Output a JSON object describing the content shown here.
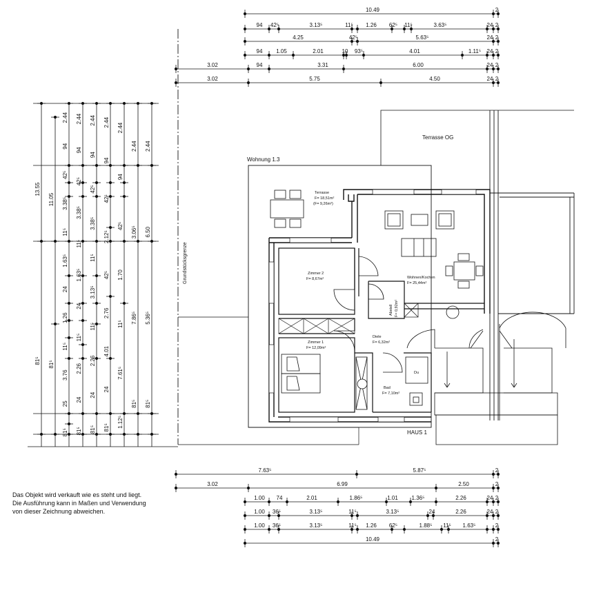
{
  "plan": {
    "building": "HAUS 1",
    "unit": "Wohnung 1.3",
    "boundary": "Grundstücksgrenze",
    "terrace_og": "Terrasse OG",
    "rooms": {
      "terrasse": {
        "name": "Terrasse",
        "area1": "F= 18,51m²",
        "area2": "(F= 9,26m²)"
      },
      "wohnen": {
        "name": "Wohnen/Kochen",
        "area": "F= 25,44m²"
      },
      "zimmer2": {
        "name": "Zimmer 2",
        "area": "F= 8,67m²"
      },
      "abstell": {
        "name": "Abstell",
        "area": "F= 0,92m²"
      },
      "diele": {
        "name": "Diele",
        "area": "F= 6,32m²"
      },
      "zimmer1": {
        "name": "Zimmer 1",
        "area": "F= 12,09m²"
      },
      "bad": {
        "name": "Bad",
        "area": "F= 7,10m²"
      },
      "du": "Du"
    }
  },
  "dims_top": [
    {
      "labels": [
        "10.49",
        "2"
      ]
    },
    {
      "labels": [
        "94",
        "42⁵",
        "3.13⁵",
        "11⁵",
        "1.26",
        "62⁵",
        "11⁵",
        "3.63⁵",
        "24",
        "2"
      ]
    },
    {
      "labels": [
        "4.25",
        "42⁵",
        "5.63⁵",
        "24",
        "2"
      ]
    },
    {
      "labels": [
        "94",
        "1.05",
        "2.01",
        "10",
        "93⁵",
        "4.01",
        "1.11⁵",
        "24",
        "2"
      ]
    },
    {
      "labels": [
        "3.02",
        "94",
        "3.31",
        "6.00",
        "24",
        "2"
      ]
    },
    {
      "labels": [
        "3.02",
        "5.75",
        "4.50",
        "24",
        "2"
      ]
    }
  ],
  "dims_bottom": [
    {
      "labels": [
        "7.63⁵",
        "5.87⁵",
        "2"
      ]
    },
    {
      "labels": [
        "3.02",
        "6.99",
        "2.50",
        "2"
      ]
    },
    {
      "labels": [
        "1.00",
        "74",
        "2.01",
        "1.86⁵",
        "1.01",
        "1.36⁵",
        "2.26",
        "24",
        "2"
      ]
    },
    {
      "labels": [
        "1.00",
        "36⁵",
        "3.13⁵",
        "11⁵",
        "3.13⁵",
        "24",
        "2.26",
        "24",
        "2"
      ]
    },
    {
      "labels": [
        "1.00",
        "36⁵",
        "3.13⁵",
        "11⁵",
        "1.26",
        "62⁵",
        "1.88⁵",
        "11⁵",
        "1.63⁵",
        "2"
      ]
    },
    {
      "labels": [
        "10.49",
        "2"
      ]
    }
  ],
  "dims_left": [
    {
      "labels": [
        "13.55",
        "81⁵"
      ]
    },
    {
      "labels": [
        "11.05",
        "81⁵"
      ]
    },
    {
      "labels": [
        "2.44",
        "94",
        "42⁵",
        "3.38⁵",
        "11⁵",
        "1.63⁵",
        "24",
        "1.26",
        "11⁵",
        "3.76",
        "25",
        "81⁵"
      ]
    },
    {
      "labels": [
        "2.44",
        "94",
        "42⁵",
        "3.38⁵",
        "11⁵",
        "1.63⁵",
        "24",
        "11⁵",
        "2.26",
        "24",
        "81⁵"
      ]
    },
    {
      "labels": [
        "2.44",
        "94",
        "42⁵",
        "3.38⁵",
        "11⁵",
        "3.13⁵",
        "11⁵",
        "2.26",
        "24",
        "81⁵"
      ]
    },
    {
      "labels": [
        "2.44",
        "94",
        "42⁵",
        "2.12⁵",
        "42⁵",
        "2.76",
        "4.01",
        "24",
        "81⁵"
      ]
    },
    {
      "labels": [
        "2.44",
        "94",
        "42⁵",
        "1.70",
        "11⁵",
        "7.61⁵",
        "1.12⁵"
      ]
    },
    {
      "labels": [
        "2.44",
        "3.06⁵",
        "7.86⁵",
        "81⁵"
      ]
    },
    {
      "labels": [
        "2.44",
        "6.50",
        "5.36⁵",
        "81⁵"
      ]
    }
  ],
  "disclaimer": [
    "Das Objekt wird verkauft wie es steht und liegt.",
    "Die Ausführung kann in Maßen und Verwendung",
    "von dieser Zeichnung abweichen."
  ]
}
